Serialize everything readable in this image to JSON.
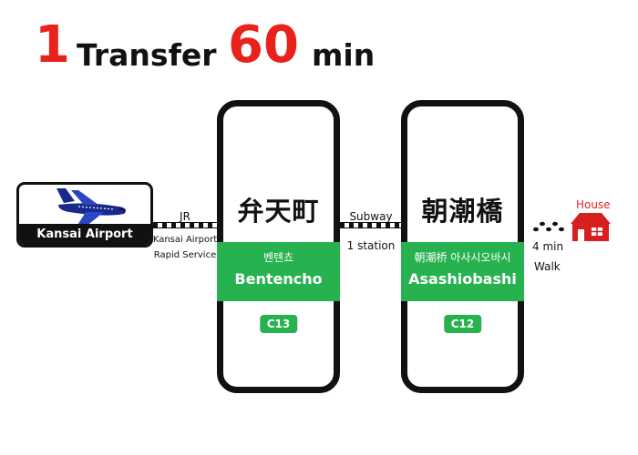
{
  "header": {
    "transfers_value": "1",
    "transfers_label": "Transfer",
    "time_value": "60",
    "time_unit": "min"
  },
  "origin": {
    "label": "Kansai Airport",
    "icon": "airplane-icon"
  },
  "legs": [
    {
      "line": "JR",
      "service_line1": "Kansai Airport",
      "service_line2": "Rapid Service"
    },
    {
      "line": "Subway",
      "detail": "1 station"
    },
    {
      "walk_time": "4 min",
      "mode": "Walk",
      "icon": "footsteps-icon"
    }
  ],
  "stations": [
    {
      "name_ja": "弁天町",
      "name_ko": "벤텐쵸",
      "name_romaji": "Bentencho",
      "code": "C13"
    },
    {
      "name_ja": "朝潮橋",
      "name_ko": "朝潮桥 아사시오바시",
      "name_romaji": "Asashiobashi",
      "code": "C12"
    }
  ],
  "destination": {
    "label": "House",
    "icon": "house-icon"
  },
  "colors": {
    "accent_red": "#e8221b",
    "station_green": "#27b14f",
    "outline": "#111111"
  }
}
